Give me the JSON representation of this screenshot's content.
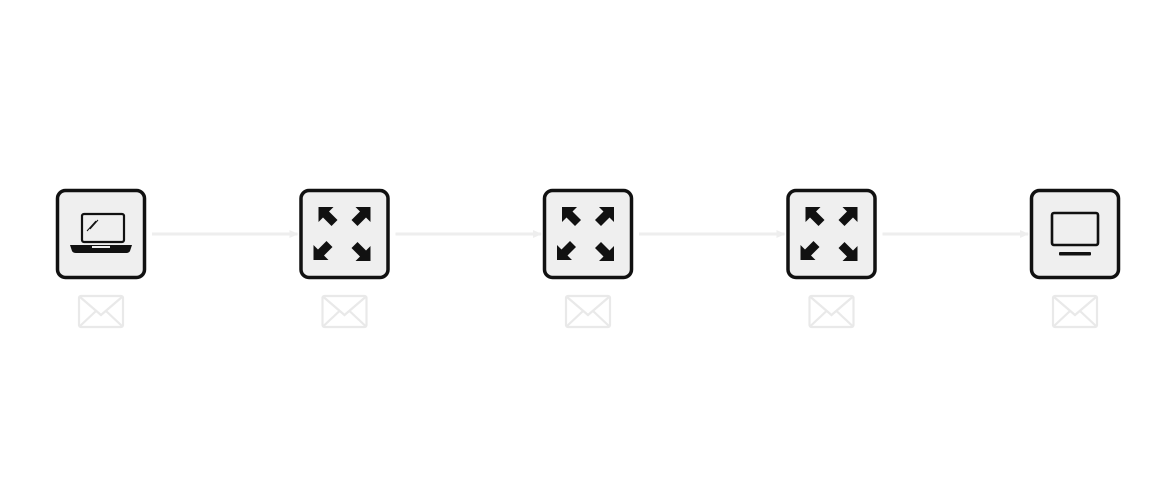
{
  "diagram": {
    "nodes": [
      {
        "id": "laptop",
        "icon": "laptop-icon"
      },
      {
        "id": "router-1",
        "icon": "router-arrows-icon"
      },
      {
        "id": "router-2",
        "icon": "router-arrows-icon"
      },
      {
        "id": "router-3",
        "icon": "router-arrows-icon"
      },
      {
        "id": "monitor",
        "icon": "monitor-icon"
      }
    ],
    "links": [
      {
        "from": "laptop",
        "to": "router-1"
      },
      {
        "from": "router-1",
        "to": "router-2"
      },
      {
        "from": "router-2",
        "to": "router-3"
      },
      {
        "from": "router-3",
        "to": "monitor"
      }
    ],
    "badge_icon": "envelope-icon"
  },
  "colors": {
    "node_fill": "#efefef",
    "node_stroke": "#111111",
    "icon": "#111111",
    "link": "#eeeeee",
    "envelope": "#e9e9e9"
  }
}
